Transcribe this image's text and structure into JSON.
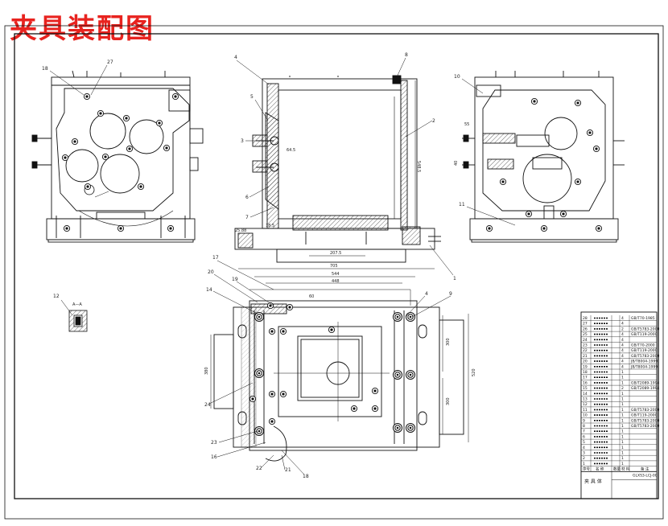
{
  "title": "夹具装配图",
  "colors": {
    "title": "#e8231f",
    "line": "#1a1a1a",
    "hatch": "#555555"
  },
  "balloons": {
    "front": [
      "18",
      "27"
    ],
    "section": [
      "4",
      "8",
      "5",
      "2",
      "3",
      "6",
      "7",
      "1"
    ],
    "right": [
      "10",
      "11"
    ],
    "plan": [
      "17",
      "20",
      "19",
      "14",
      "4",
      "9",
      "24",
      "23",
      "16",
      "22",
      "21",
      "18"
    ]
  },
  "dims": {
    "section": [
      "705",
      "544",
      "448",
      "207.5",
      "64.5",
      "548.5",
      "25.88",
      "18.5"
    ],
    "right": [
      "55",
      "40"
    ],
    "plan": [
      "380",
      "300",
      "300",
      "520",
      "60"
    ]
  },
  "detail_label": "A—A",
  "detail_number": "12",
  "title_block": {
    "rows": [
      [
        "28",
        "",
        "4",
        "GB/T70-1985"
      ],
      [
        "27",
        "",
        "4",
        ""
      ],
      [
        "26",
        "",
        "2",
        "GB/T5783-2000"
      ],
      [
        "25",
        "",
        "4",
        "GB/T119-2000"
      ],
      [
        "24",
        "",
        "4",
        ""
      ],
      [
        "23",
        "",
        "4",
        "GB/T70-2000"
      ],
      [
        "22",
        "",
        "4",
        "GB/T119-2000"
      ],
      [
        "21",
        "",
        "4",
        "GB/T5783-2000"
      ],
      [
        "20",
        "",
        "4",
        "JB/T8004-1999"
      ],
      [
        "19",
        "",
        "4",
        "JB/T8004-1999"
      ],
      [
        "18",
        "",
        "1",
        ""
      ],
      [
        "17",
        "",
        "1",
        ""
      ],
      [
        "16",
        "",
        "1",
        "GB/T2089-1994"
      ],
      [
        "15",
        "",
        "2",
        "GB/T2089-1994"
      ],
      [
        "14",
        "",
        "1",
        ""
      ],
      [
        "13",
        "",
        "1",
        ""
      ],
      [
        "12",
        "",
        "1",
        ""
      ],
      [
        "11",
        "",
        "1",
        "GB/T5783-2000"
      ],
      [
        "10",
        "",
        "1",
        "GB/T119-2000"
      ],
      [
        "9",
        "",
        "1",
        "GB/T5783-2000"
      ],
      [
        "8",
        "",
        "1",
        "GB/T5783-2000"
      ],
      [
        "7",
        "",
        "1",
        ""
      ],
      [
        "6",
        "",
        "1",
        ""
      ],
      [
        "5",
        "",
        "1",
        ""
      ],
      [
        "4",
        "",
        "1",
        ""
      ],
      [
        "3",
        "",
        "1",
        ""
      ],
      [
        "2",
        "",
        "1",
        ""
      ],
      [
        "1",
        "",
        "1",
        ""
      ]
    ],
    "header": [
      "序号",
      "名 称",
      "数量",
      "材 料",
      "备 注"
    ],
    "name": "夹 具 体",
    "drawing_no": "GLXS3-LCJ-00"
  }
}
